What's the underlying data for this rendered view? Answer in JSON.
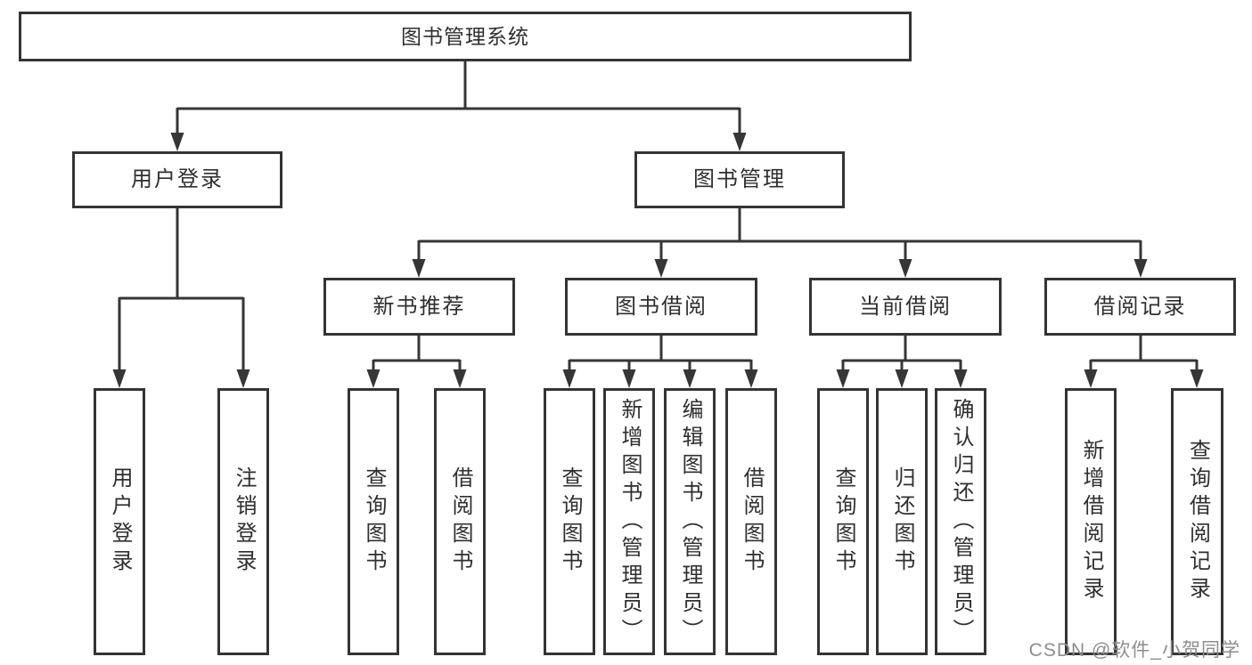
{
  "nodes": {
    "root": "图书管理系统",
    "user_login": "用户登录",
    "book_mgmt": "图书管理",
    "mid": [
      "新书推荐",
      "图书借阅",
      "当前借阅",
      "借阅记录"
    ],
    "leaves_user": [
      "用户登录",
      "注销登录"
    ],
    "leaves_new": [
      "查询图书",
      "借阅图书"
    ],
    "leaves_borrow": [
      "查询图书",
      "新增图书（管理员）",
      "编辑图书（管理员）",
      "借阅图书"
    ],
    "leaves_current": [
      "查询图书",
      "归还图书",
      "确认归还（管理员）"
    ],
    "leaves_record": [
      "新增借阅记录",
      "查询借阅记录"
    ]
  },
  "colors": {
    "stroke": "#363636",
    "box_border": "#343434",
    "text": "#2f2f2f",
    "watermark": "#8d8d8d"
  },
  "watermark": "CSDN @软件_小贺同学"
}
